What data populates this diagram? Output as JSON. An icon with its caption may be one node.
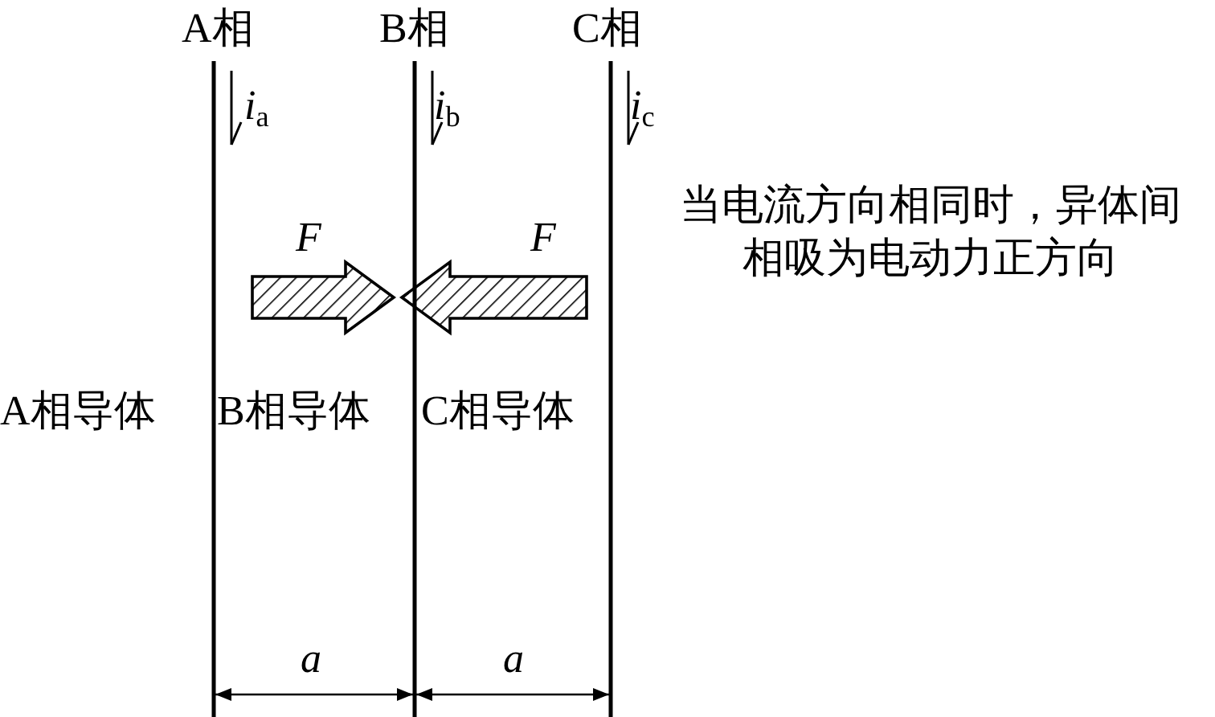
{
  "diagram": {
    "labels": [
      "A相",
      "B相",
      "C相",
      "*i*$_{a}$",
      "*i*$_{b}$",
      "*i*$_{c}$",
      "当电流方向相同时，异体间相吸为电动力正方向",
      "F",
      "F",
      "A相导体",
      "B相导体",
      "C相导体",
      "a",
      "a"
    ]
  }
}
